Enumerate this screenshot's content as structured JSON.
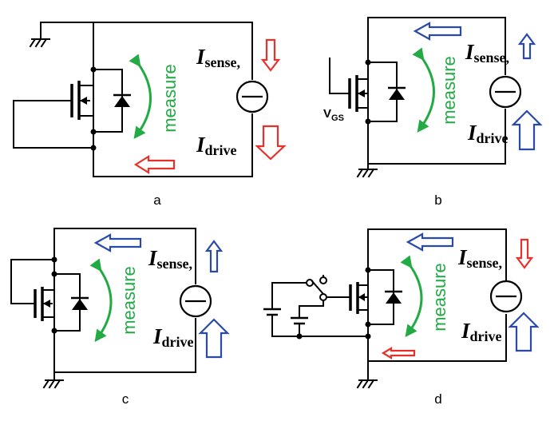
{
  "panels": {
    "a": {
      "label": "a",
      "measure": "measure",
      "i_sense": "sense,",
      "i_drive": "drive",
      "i_symbol": "I"
    },
    "b": {
      "label": "b",
      "measure": "measure",
      "i_sense": "sense,",
      "i_drive": "drive",
      "i_symbol": "I",
      "vgs_main": "V",
      "vgs_sub": "GS"
    },
    "c": {
      "label": "c",
      "measure": "measure",
      "i_sense": "sense,",
      "i_drive": "drive",
      "i_symbol": "I"
    },
    "d": {
      "label": "d",
      "measure": "measure",
      "i_sense": "sense,",
      "i_drive": "drive",
      "i_symbol": "I"
    }
  },
  "colors": {
    "red_arrow": "#e8312a",
    "blue_arrow": "#2a4aa8",
    "measure_green": "#22aa44"
  }
}
